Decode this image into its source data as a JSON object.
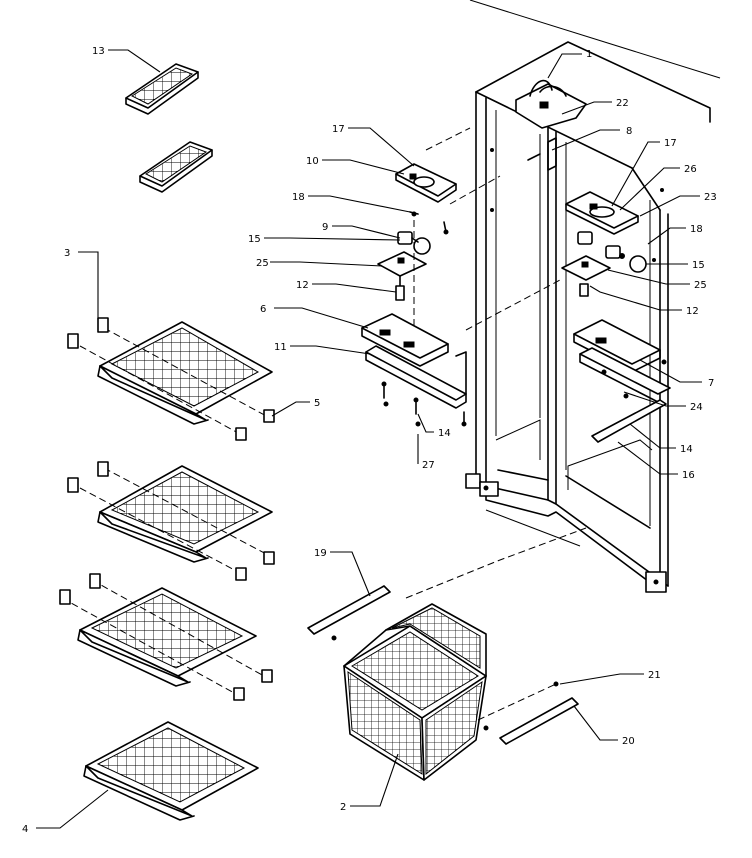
{
  "diagram": {
    "callouts": [
      {
        "id": "c1",
        "text": "1"
      },
      {
        "id": "c2",
        "text": "2"
      },
      {
        "id": "c3",
        "text": "3"
      },
      {
        "id": "c4",
        "text": "4"
      },
      {
        "id": "c5",
        "text": "5"
      },
      {
        "id": "c6",
        "text": "6"
      },
      {
        "id": "c7",
        "text": "7"
      },
      {
        "id": "c8",
        "text": "8"
      },
      {
        "id": "c9",
        "text": "9"
      },
      {
        "id": "c10",
        "text": "10"
      },
      {
        "id": "c11",
        "text": "11"
      },
      {
        "id": "c12a",
        "text": "12"
      },
      {
        "id": "c12b",
        "text": "12"
      },
      {
        "id": "c13",
        "text": "13"
      },
      {
        "id": "c14a",
        "text": "14"
      },
      {
        "id": "c14b",
        "text": "14"
      },
      {
        "id": "c15a",
        "text": "15"
      },
      {
        "id": "c15b",
        "text": "15"
      },
      {
        "id": "c16",
        "text": "16"
      },
      {
        "id": "c17a",
        "text": "17"
      },
      {
        "id": "c17b",
        "text": "17"
      },
      {
        "id": "c18a",
        "text": "18"
      },
      {
        "id": "c18b",
        "text": "18"
      },
      {
        "id": "c19",
        "text": "19"
      },
      {
        "id": "c20",
        "text": "20"
      },
      {
        "id": "c21",
        "text": "21"
      },
      {
        "id": "c22",
        "text": "22"
      },
      {
        "id": "c23",
        "text": "23"
      },
      {
        "id": "c24",
        "text": "24"
      },
      {
        "id": "c25a",
        "text": "25"
      },
      {
        "id": "c25b",
        "text": "25"
      },
      {
        "id": "c26",
        "text": "26"
      },
      {
        "id": "c27",
        "text": "27"
      }
    ]
  }
}
